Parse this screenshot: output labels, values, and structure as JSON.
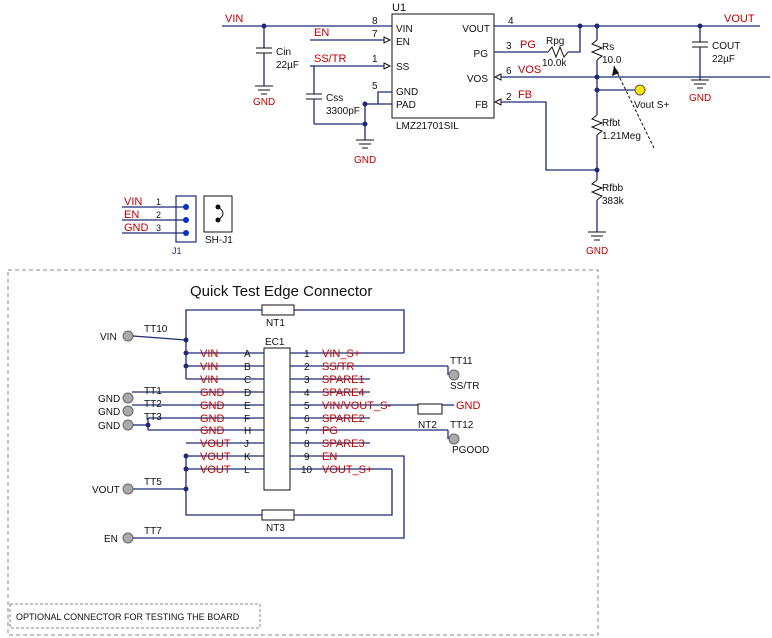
{
  "u1": {
    "ref": "U1",
    "part": "LMZ21701SIL",
    "pins_left": [
      {
        "num": "8",
        "name": "VIN"
      },
      {
        "num": "7",
        "name": "EN"
      },
      {
        "num": "1",
        "name": "SS"
      },
      {
        "num": "5",
        "name": "GND"
      },
      {
        "num": "",
        "name": "PAD"
      }
    ],
    "pins_right": [
      {
        "num": "4",
        "name": "VOUT"
      },
      {
        "num": "3",
        "name": "PG"
      },
      {
        "num": "6",
        "name": "VOS"
      },
      {
        "num": "2",
        "name": "FB"
      }
    ]
  },
  "nets": {
    "vin": "VIN",
    "vout": "VOUT",
    "en": "EN",
    "sstr": "SS/TR",
    "pg": "PG",
    "vos": "VOS",
    "fb": "FB",
    "gnd": "GND"
  },
  "parts": {
    "cin": {
      "ref": "Cin",
      "val": "22µF"
    },
    "css": {
      "ref": "Css",
      "val": "3300pF"
    },
    "rpg": {
      "ref": "Rpg",
      "val": "10.0k"
    },
    "rs": {
      "ref": "Rs",
      "val": "10.0"
    },
    "cout": {
      "ref": "COUT",
      "val": "22µF"
    },
    "rfbt": {
      "ref": "Rfbt",
      "val": "1.21Meg"
    },
    "rfbb": {
      "ref": "Rfbb",
      "val": "383k"
    },
    "vout_s": "Vout S+"
  },
  "j1": {
    "ref": "J1",
    "shunt": "SH-J1",
    "pins": [
      {
        "name": "VIN",
        "num": "1"
      },
      {
        "name": "EN",
        "num": "2"
      },
      {
        "name": "GND",
        "num": "3"
      }
    ]
  },
  "edge": {
    "title": "Quick Test Edge Connector",
    "ref": "EC1",
    "left": [
      {
        "net": "VIN",
        "pin": "A"
      },
      {
        "net": "VIN",
        "pin": "B"
      },
      {
        "net": "VIN",
        "pin": "C"
      },
      {
        "net": "GND",
        "pin": "D"
      },
      {
        "net": "GND",
        "pin": "E"
      },
      {
        "net": "GND",
        "pin": "F"
      },
      {
        "net": "GND",
        "pin": "H"
      },
      {
        "net": "VOUT",
        "pin": "J"
      },
      {
        "net": "VOUT",
        "pin": "K"
      },
      {
        "net": "VOUT",
        "pin": "L"
      }
    ],
    "right": [
      {
        "pin": "1",
        "net": "VIN_S+"
      },
      {
        "pin": "2",
        "net": "SS/TR"
      },
      {
        "pin": "3",
        "net": "SPARE1"
      },
      {
        "pin": "4",
        "net": "SPARE4"
      },
      {
        "pin": "5",
        "net": "VIN/VOUT_S-"
      },
      {
        "pin": "6",
        "net": "SPARE2"
      },
      {
        "pin": "7",
        "net": "PG"
      },
      {
        "pin": "8",
        "net": "SPARE3"
      },
      {
        "pin": "9",
        "net": "EN"
      },
      {
        "pin": "10",
        "net": "VOUT_S+"
      }
    ],
    "nt1": "NT1",
    "nt2": "NT2",
    "nt3": "NT3",
    "nt2_net": "GND",
    "tt10": {
      "ref": "TT10",
      "label": "VIN"
    },
    "tt1": {
      "ref": "TT1",
      "label": "GND"
    },
    "tt2": {
      "ref": "TT2",
      "label": "GND"
    },
    "tt3": {
      "ref": "TT3",
      "label": "GND"
    },
    "tt5": {
      "ref": "TT5",
      "label": "VOUT"
    },
    "tt7": {
      "ref": "TT7",
      "label": "EN"
    },
    "tt11": {
      "ref": "TT11",
      "label": "SS/TR"
    },
    "tt12": {
      "ref": "TT12",
      "label": "PGOOD"
    },
    "note": "OPTIONAL CONNECTOR FOR TESTING THE BOARD"
  }
}
